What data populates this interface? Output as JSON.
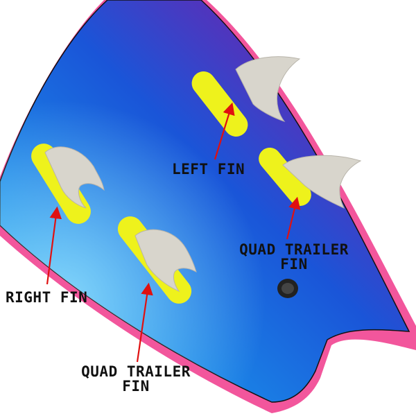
{
  "labels": {
    "left_fin": "LEFT FIN",
    "quad_trailer_right": [
      "QUAD TRAILER",
      "FIN"
    ],
    "right_fin": "RIGHT FIN",
    "quad_trailer_left": [
      "QUAD TRAILER",
      "FIN"
    ]
  },
  "colors": {
    "board_rail": "#f2569c",
    "deck_blue": "#1a55d8",
    "deck_cyan": "#2ec4f0",
    "deck_magenta": "#d4207a",
    "fin_base": "#eef21c",
    "fin": "#d8d5cc",
    "arrow": "#e01010"
  }
}
